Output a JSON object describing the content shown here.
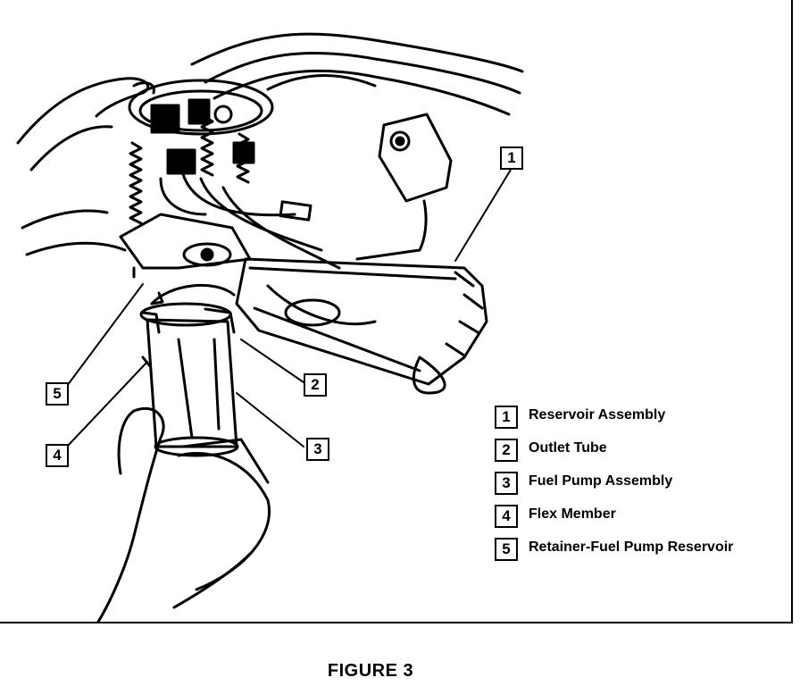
{
  "figure": {
    "caption": "FIGURE 3",
    "callouts": [
      "1",
      "2",
      "3",
      "4",
      "5"
    ],
    "legend": [
      {
        "number": "1",
        "label": "Reservoir Assembly"
      },
      {
        "number": "2",
        "label": "Outlet Tube"
      },
      {
        "number": "3",
        "label": "Fuel Pump Assembly"
      },
      {
        "number": "4",
        "label": "Flex Member"
      },
      {
        "number": "5",
        "label": "Retainer-Fuel Pump Reservoir"
      }
    ]
  }
}
